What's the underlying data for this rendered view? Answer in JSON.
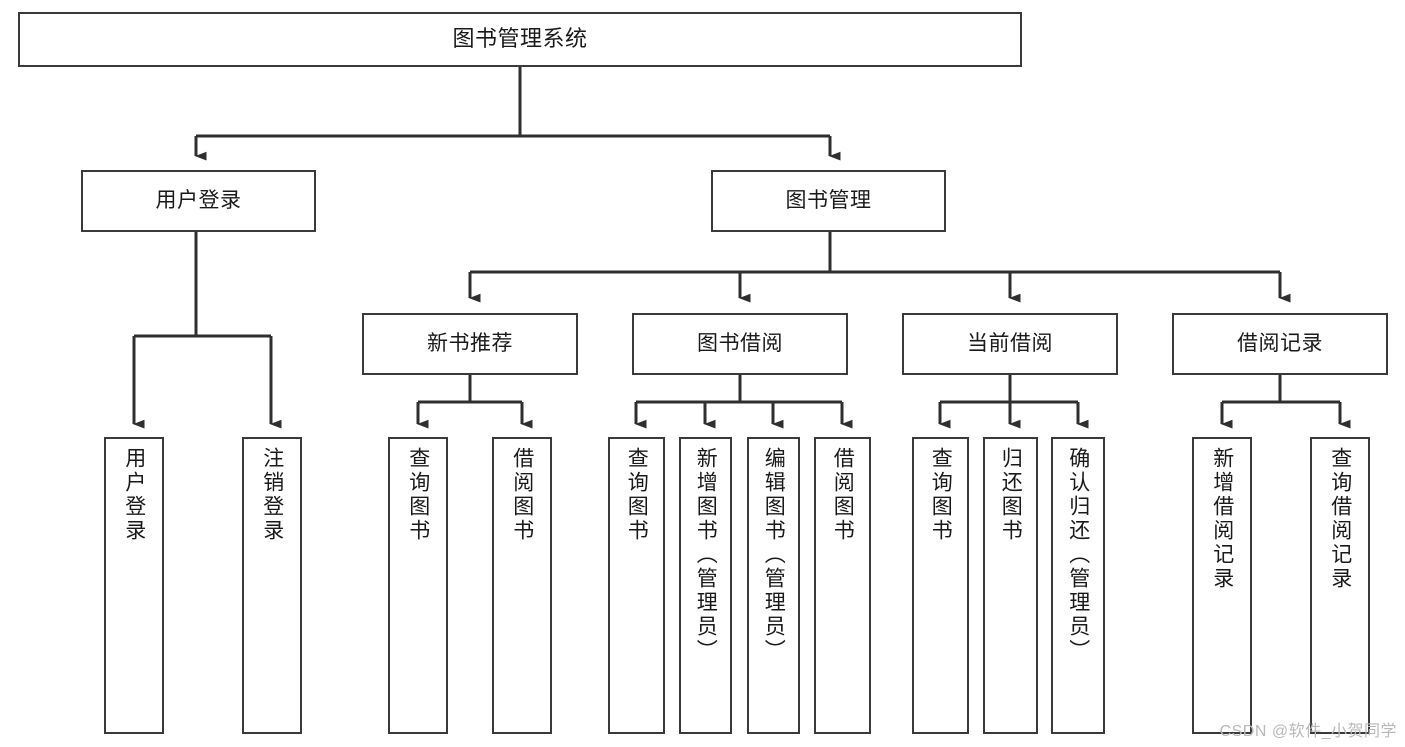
{
  "diagram": {
    "title": "图书管理系统",
    "type": "tree-hierarchy-diagram",
    "root": {
      "id": "root",
      "label": "图书管理系统"
    },
    "level2": [
      {
        "id": "user-login",
        "label": "用户登录"
      },
      {
        "id": "book-management",
        "label": "图书管理"
      }
    ],
    "level3": [
      {
        "id": "new-book-recommend",
        "label": "新书推荐",
        "parent": "book-management"
      },
      {
        "id": "book-borrow",
        "label": "图书借阅",
        "parent": "book-management"
      },
      {
        "id": "current-borrow",
        "label": "当前借阅",
        "parent": "book-management"
      },
      {
        "id": "borrow-record",
        "label": "借阅记录",
        "parent": "book-management"
      }
    ],
    "leaves": [
      {
        "id": "leaf-user-login",
        "label": "用户登录",
        "parent": "user-login"
      },
      {
        "id": "leaf-logout-login",
        "label": "注销登录",
        "parent": "user-login"
      },
      {
        "id": "leaf-query-book-1",
        "label": "查询图书",
        "parent": "new-book-recommend"
      },
      {
        "id": "leaf-borrow-book-1",
        "label": "借阅图书",
        "parent": "new-book-recommend"
      },
      {
        "id": "leaf-query-book-2",
        "label": "查询图书",
        "parent": "book-borrow"
      },
      {
        "id": "leaf-add-book",
        "label": "新增图书（管理员）",
        "parent": "book-borrow"
      },
      {
        "id": "leaf-edit-book",
        "label": "编辑图书（管理员）",
        "parent": "book-borrow"
      },
      {
        "id": "leaf-borrow-book-2",
        "label": "借阅图书",
        "parent": "book-borrow"
      },
      {
        "id": "leaf-query-book-3",
        "label": "查询图书",
        "parent": "current-borrow"
      },
      {
        "id": "leaf-return-book",
        "label": "归还图书",
        "parent": "current-borrow"
      },
      {
        "id": "leaf-confirm-return",
        "label": "确认归还（管理员）",
        "parent": "current-borrow"
      },
      {
        "id": "leaf-add-record",
        "label": "新增借阅记录",
        "parent": "borrow-record"
      },
      {
        "id": "leaf-query-record",
        "label": "查询借阅记录",
        "parent": "borrow-record"
      }
    ],
    "colors": {
      "border": "#3a3a3a",
      "background": "#ffffff",
      "text": "#1a1a1a",
      "connector": "#2f2f2f",
      "watermark": "#b9b9b9"
    }
  },
  "watermark": {
    "text": "CSDN @软件_小贺同学"
  }
}
